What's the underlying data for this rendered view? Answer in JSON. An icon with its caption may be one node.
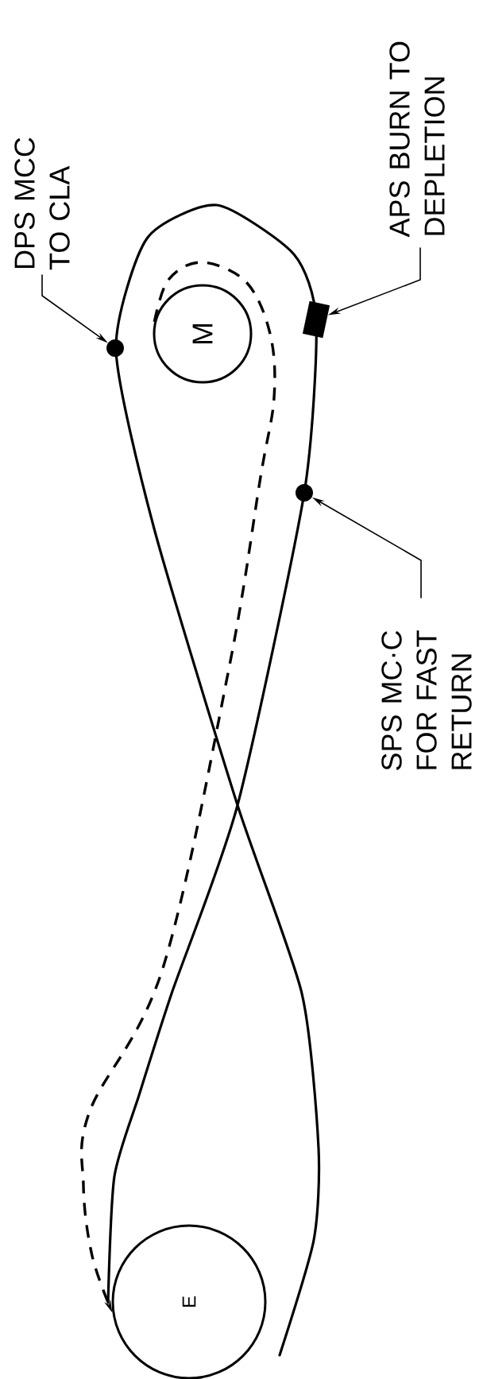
{
  "diagram": {
    "nodes": [
      {
        "text": [
          "DPS MCC TO CLA"
        ]
      },
      {
        "text": [
          "APS BURN TO DEPLETION"
        ]
      },
      {
        "text": [
          "SPS MC·C FOR FAST RETURN"
        ]
      },
      {
        "text": [],
        "shape": "circle"
      },
      {
        "text": [],
        "shape": "box"
      },
      {
        "text": [],
        "shape": "circle"
      },
      {
        "text": [
          "M"
        ]
      },
      {
        "text": [
          "E"
        ]
      }
    ],
    "edges": [
      {
        "from": 0,
        "to": 3,
        "arrow": "to"
      },
      {
        "from": 1,
        "to": 4,
        "arrow": "to"
      },
      {
        "from": 2,
        "to": 5,
        "arrow": "to"
      },
      {
        "from": 6,
        "to": 7,
        "arrow": "to",
        "style": "dashed"
      }
    ]
  }
}
